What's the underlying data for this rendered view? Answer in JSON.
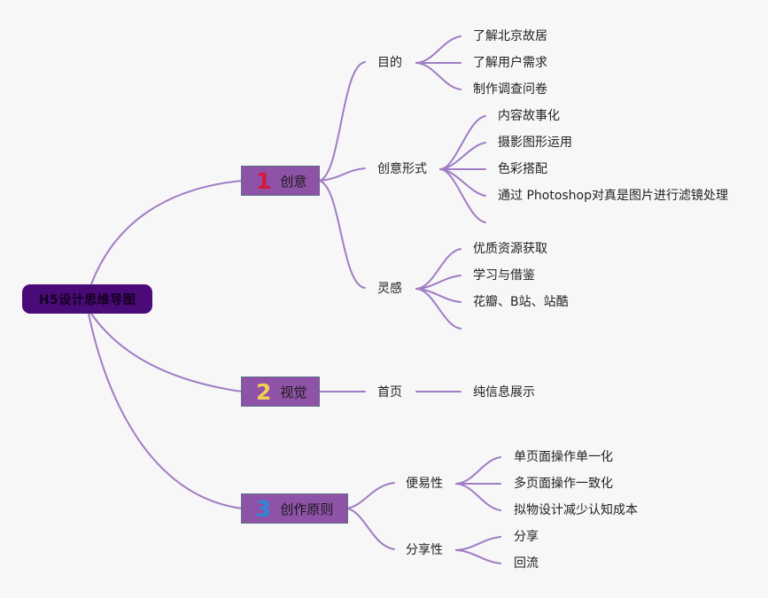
{
  "root": {
    "label": "H5设计思维导图"
  },
  "colors": {
    "root": "#4a0a78",
    "branch": "#8e52a6",
    "line": "#a07cc5",
    "num1": "#d8173d",
    "num2": "#f2cf52",
    "num3": "#2f86d6"
  },
  "branches": [
    {
      "num": "1",
      "label": "创意",
      "children": [
        {
          "label": "目的",
          "leaves": [
            "了解北京故居",
            "了解用户需求",
            "制作调查问卷"
          ]
        },
        {
          "label": "创意形式",
          "leaves": [
            "内容故事化",
            "摄影图形运用",
            "色彩搭配",
            "通过 Photoshop对真是图片进行滤镜处理",
            ""
          ]
        },
        {
          "label": "灵感",
          "leaves": [
            "优质资源获取",
            "学习与借鉴",
            "花瓣、B站、站酷",
            ""
          ]
        }
      ]
    },
    {
      "num": "2",
      "label": "视觉",
      "children": [
        {
          "label": "首页",
          "leaves": [
            "纯信息展示"
          ]
        }
      ]
    },
    {
      "num": "3",
      "label": "创作原则",
      "children": [
        {
          "label": "便易性",
          "leaves": [
            "单页面操作单一化",
            "多页面操作一致化",
            "拟物设计减少认知成本"
          ]
        },
        {
          "label": "分享性",
          "leaves": [
            "分享",
            "回流"
          ]
        }
      ]
    }
  ]
}
